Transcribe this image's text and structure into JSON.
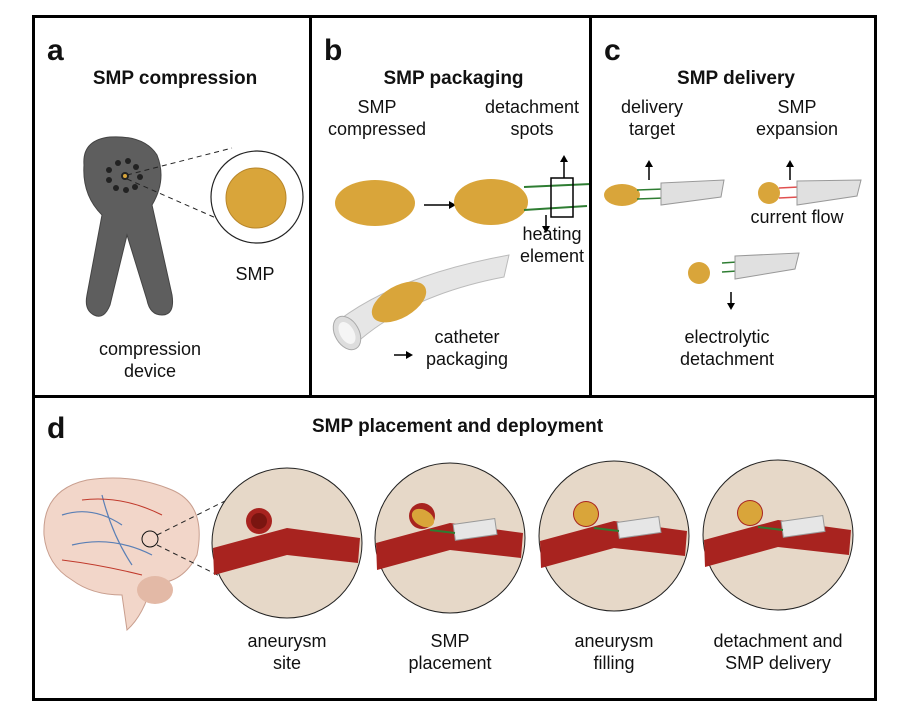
{
  "figure": {
    "panels": [
      {
        "id": "a",
        "letter": "a",
        "title": "SMP compression",
        "labels": {
          "smp": "SMP",
          "device": "compression\ndevice"
        }
      },
      {
        "id": "b",
        "letter": "b",
        "title": "SMP packaging",
        "labels": {
          "compressed": "SMP\ncompressed",
          "spots": "detachment\nspots",
          "heating": "heating\nelement",
          "catheter": "catheter\npackaging"
        }
      },
      {
        "id": "c",
        "letter": "c",
        "title": "SMP delivery",
        "labels": {
          "target": "delivery\ntarget",
          "expansion": "SMP\nexpansion",
          "current": "current flow",
          "electrolytic": "electrolytic\ndetachment"
        }
      },
      {
        "id": "d",
        "letter": "d",
        "title": "SMP placement and deployment",
        "steps": [
          "aneurysm\nsite",
          "SMP\nplacement",
          "aneurysm\nfilling",
          "detachment and\nSMP delivery"
        ]
      }
    ],
    "colors": {
      "smp": "#d9a53a",
      "vessel": "#a8231f",
      "circle_bg": "#e6d8c8",
      "device": "#5e5e5e",
      "wire": "#2e7d32",
      "current": "#e05050",
      "catheter": "#e6e6e6"
    }
  }
}
